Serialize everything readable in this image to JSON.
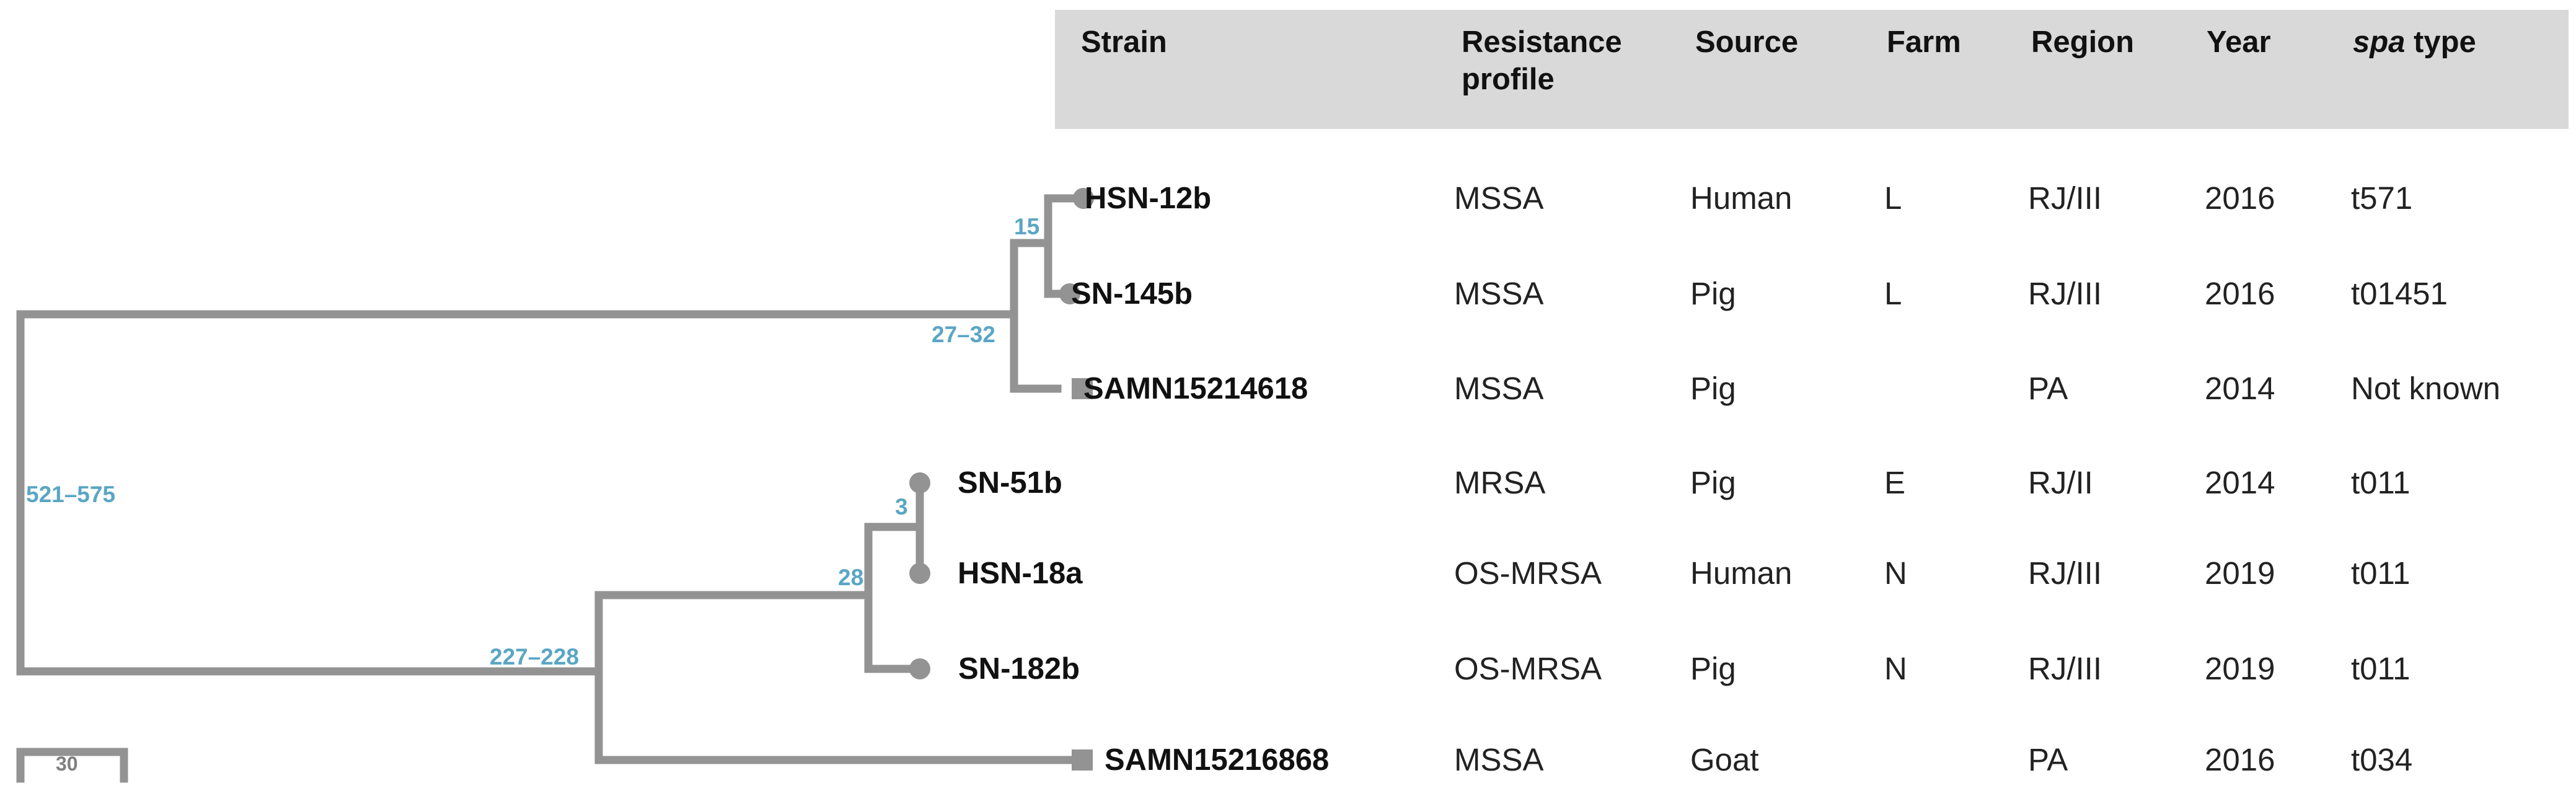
{
  "table": {
    "headers": {
      "strain": "Strain",
      "resistance": "Resistance profile",
      "resistance_line1": "Resistance",
      "resistance_line2": "profile",
      "source": "Source",
      "farm": "Farm",
      "region": "Region",
      "year": "Year",
      "spa_italic": "spa",
      "spa_rest": " type"
    },
    "rows": [
      {
        "strain": "HSN-12b",
        "resistance": "MSSA",
        "source": "Human",
        "farm": "L",
        "region": "RJ/III",
        "year": "2016",
        "spa": "t571",
        "tip_shape": "circle"
      },
      {
        "strain": "SN-145b",
        "resistance": "MSSA",
        "source": "Pig",
        "farm": "L",
        "region": "RJ/III",
        "year": "2016",
        "spa": "t01451",
        "tip_shape": "circle"
      },
      {
        "strain": "SAMN15214618",
        "resistance": "MSSA",
        "source": "Pig",
        "farm": "",
        "region": "PA",
        "year": "2014",
        "spa": "Not known",
        "tip_shape": "square"
      },
      {
        "strain": "SN-51b",
        "resistance": "MRSA",
        "source": "Pig",
        "farm": "E",
        "region": "RJ/II",
        "year": "2014",
        "spa": "t011",
        "tip_shape": "circle"
      },
      {
        "strain": "HSN-18a",
        "resistance": "OS-MRSA",
        "source": "Human",
        "farm": "N",
        "region": "RJ/III",
        "year": "2019",
        "spa": "t011",
        "tip_shape": "circle"
      },
      {
        "strain": "SN-182b",
        "resistance": "OS-MRSA",
        "source": "Pig",
        "farm": "N",
        "region": "RJ/III",
        "year": "2019",
        "spa": "t011",
        "tip_shape": "circle"
      },
      {
        "strain": "SAMN15216868",
        "resistance": "MSSA",
        "source": "Goat",
        "farm": "",
        "region": "PA",
        "year": "2016",
        "spa": "t034",
        "tip_shape": "square"
      }
    ]
  },
  "tree": {
    "branch_color": "#939393",
    "support_color": "#5aa6c4",
    "support_labels": {
      "root": "521–575",
      "upper_clade": "27–32",
      "hsn12b_sn145b": "15",
      "lower_clade": "227–228",
      "sn_group": "28",
      "sn51b_hsn18a": "3"
    },
    "scale_bar_label": "30"
  }
}
